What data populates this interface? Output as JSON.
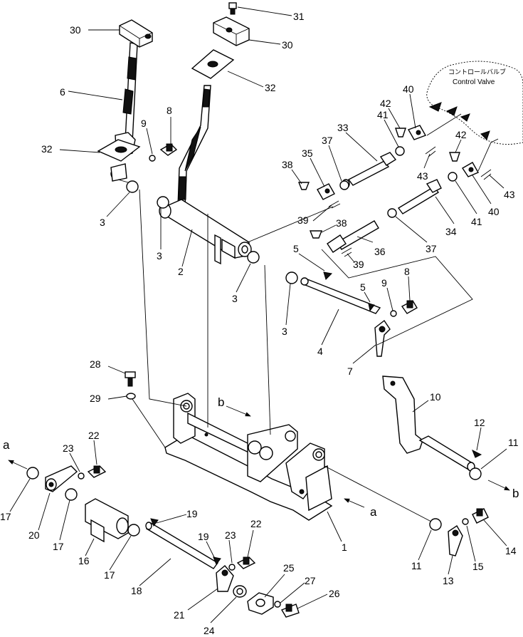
{
  "callouts": [
    "1",
    "2",
    "3",
    "4",
    "5",
    "6",
    "7",
    "8",
    "9",
    "10",
    "11",
    "12",
    "13",
    "14",
    "15",
    "16",
    "17",
    "18",
    "19",
    "20",
    "21",
    "22",
    "23",
    "24",
    "25",
    "26",
    "27",
    "28",
    "29",
    "30",
    "31",
    "32",
    "33",
    "34",
    "35",
    "36",
    "37",
    "38",
    "39",
    "40",
    "41",
    "42",
    "43"
  ],
  "view_markers": {
    "a": "a",
    "b": "b"
  },
  "control_valve": {
    "label_jp": "コントロールバルブ",
    "label_en": "Control Valve"
  }
}
